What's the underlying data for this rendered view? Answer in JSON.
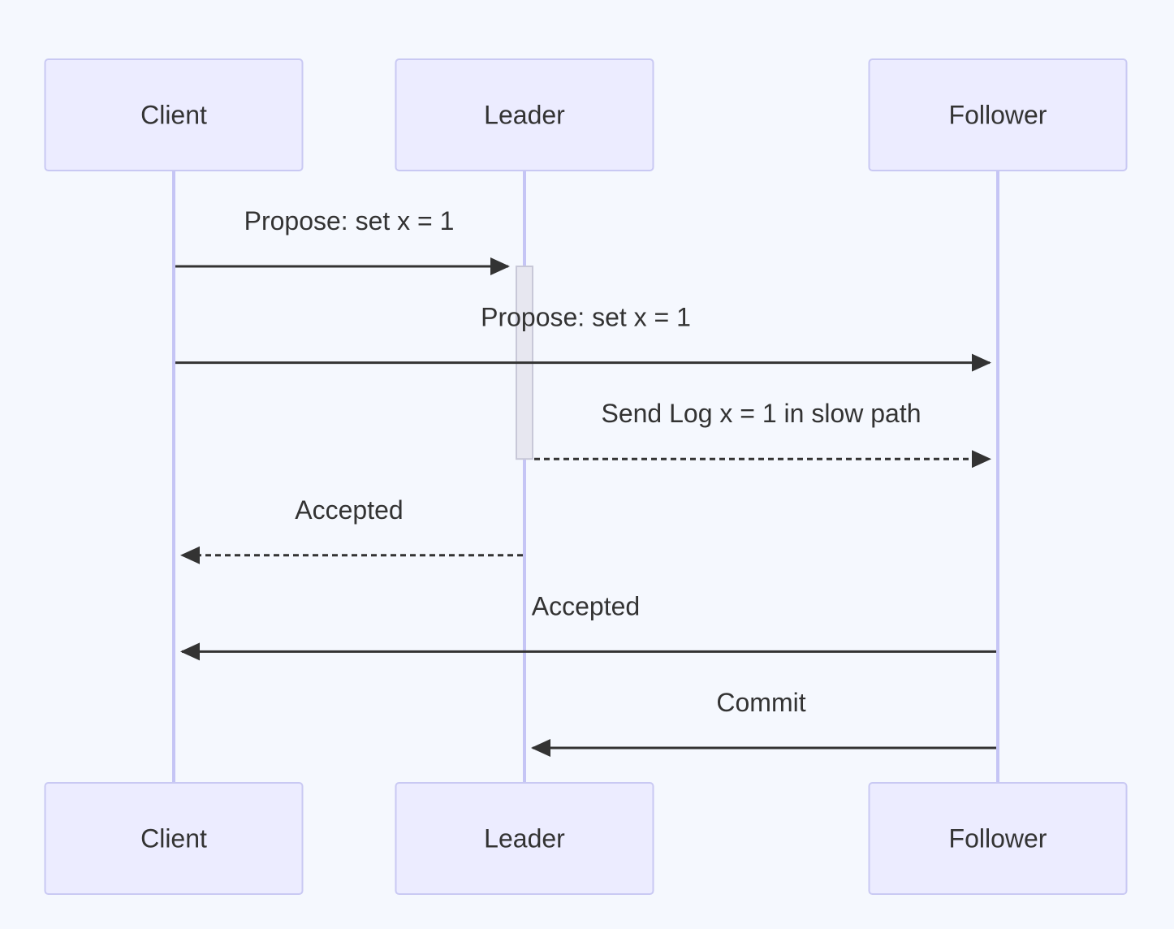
{
  "participants": [
    {
      "id": "client",
      "label": "Client"
    },
    {
      "id": "leader",
      "label": "Leader"
    },
    {
      "id": "follower",
      "label": "Follower"
    }
  ],
  "messages": [
    {
      "from": "client",
      "to": "leader",
      "label": "Propose: set x = 1",
      "style": "solid"
    },
    {
      "from": "client",
      "to": "follower",
      "label": "Propose: set x = 1",
      "style": "solid"
    },
    {
      "from": "leader",
      "to": "follower",
      "label": "Send Log x = 1 in slow path",
      "style": "dotted"
    },
    {
      "from": "leader",
      "to": "client",
      "label": "Accepted",
      "style": "dotted"
    },
    {
      "from": "follower",
      "to": "client",
      "label": "Accepted",
      "style": "solid"
    },
    {
      "from": "follower",
      "to": "leader",
      "label": "Commit",
      "style": "solid"
    }
  ],
  "activations": [
    {
      "participant": "leader",
      "from_message": 0,
      "to_message": 2
    }
  ],
  "colors": {
    "background": "#F5F8FE",
    "actor_fill": "#ECECFF",
    "actor_stroke": "#C9C9F3",
    "lifeline": "#C5C5F5",
    "text": "#333333",
    "arrow": "#333333",
    "activation_fill": "#E7E7F0"
  }
}
